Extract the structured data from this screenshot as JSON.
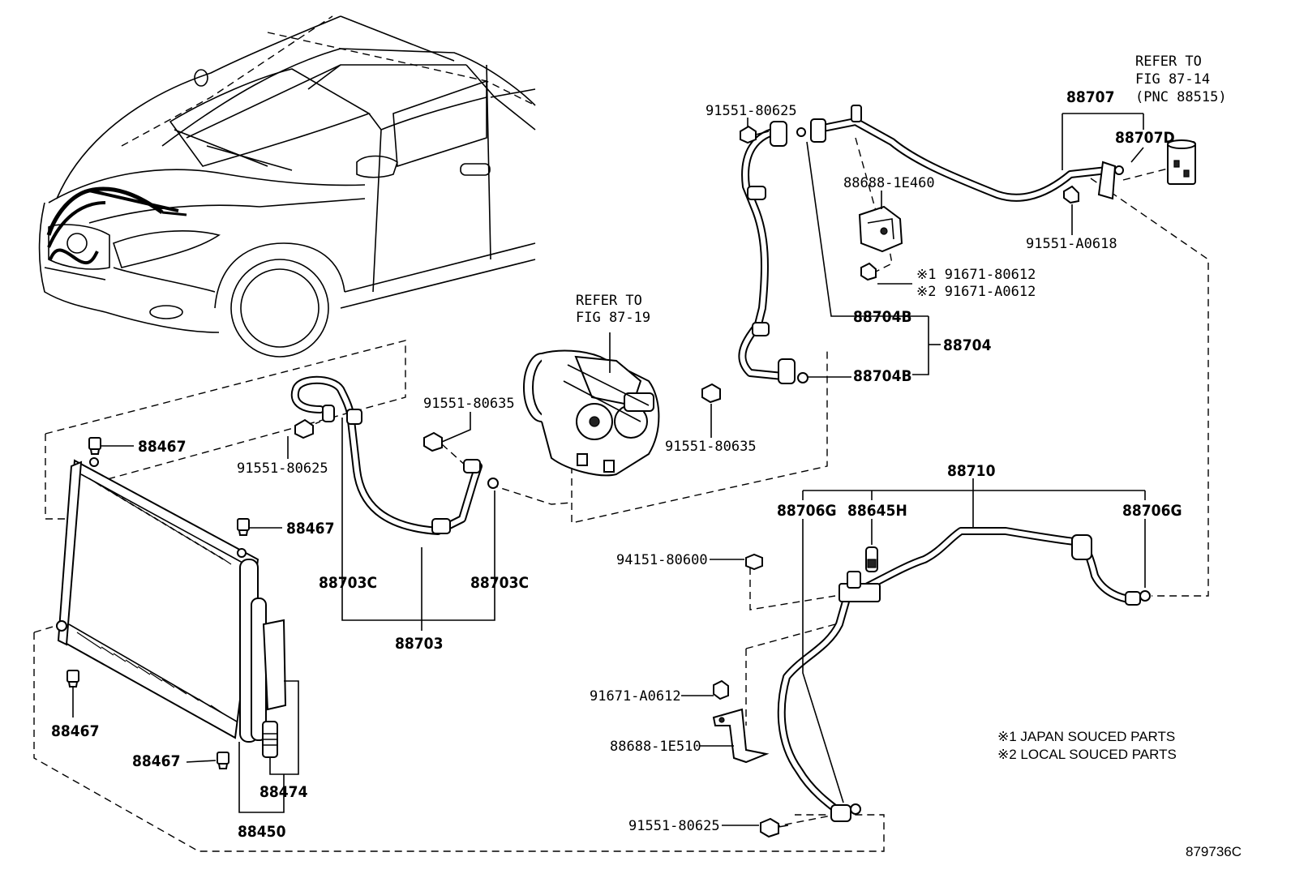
{
  "labels": {
    "p91551_80625_top": "91551-80625",
    "refer_to_right_1": "REFER TO",
    "refer_to_right_2": "FIG 87-14",
    "refer_to_right_3": "(PNC 88515)",
    "p88707": "88707",
    "p88707D": "88707D",
    "p88688_1E460": "88688-1E460",
    "p91551_A0618": "91551-A0618",
    "p91671_80612": "※1 91671-80612",
    "p91671_A0612_star": "※2 91671-A0612",
    "p88704B_top": "88704B",
    "p88704": "88704",
    "p88704B_bottom": "88704B",
    "refer_to_mid_1": "REFER TO",
    "refer_to_mid_2": "FIG 87-19",
    "p91551_80635_left": "91551-80635",
    "p91551_80635_right": "91551-80635",
    "p88467_a": "88467",
    "p88467_b": "88467",
    "p88467_c": "88467",
    "p88467_d": "88467",
    "p91551_80625_left": "91551-80625",
    "p88703C_left": "88703C",
    "p88703C_right": "88703C",
    "p88703": "88703",
    "p88710": "88710",
    "p88706G_left": "88706G",
    "p88645H": "88645H",
    "p88706G_right": "88706G",
    "p94151_80600": "94151-80600",
    "p91671_A0612": "91671-A0612",
    "p88688_1E510": "88688-1E510",
    "p91551_80625_bottom": "91551-80625",
    "p88474": "88474",
    "p88450": "88450",
    "note1": "※1 JAPAN SOUCED PARTS",
    "note2": "※2 LOCAL SOUCED PARTS",
    "figure_id": "879736C"
  }
}
